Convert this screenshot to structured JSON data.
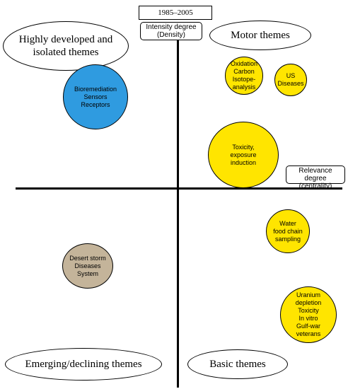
{
  "period": "1985–2005",
  "axes": {
    "y_label": "Intensity degree\n(Density)",
    "x_label": "Relevance degree\n(centrality)"
  },
  "quadrants": {
    "top_left": "Highly developed and\nisolated themes",
    "top_right": "Motor themes",
    "bottom_left": "Emerging/declining themes",
    "bottom_right": "Basic themes"
  },
  "colors": {
    "blue": "#2f9be0",
    "yellow": "#ffe500",
    "tan": "#c4b49a"
  },
  "clusters": [
    {
      "id": "bioremediation",
      "label": "Bioremediation\nSensors\nReceptors",
      "color": "#2f9be0"
    },
    {
      "id": "oxidation",
      "label": "Oxidation\nCarbon\nIsotope-\nanalysis",
      "color": "#ffe500"
    },
    {
      "id": "us-diseases",
      "label": "US\nDiseases",
      "color": "#ffe500"
    },
    {
      "id": "toxicity",
      "label": "Toxicity,\nexposure\ninduction",
      "color": "#ffe500"
    },
    {
      "id": "water",
      "label": "Water\nfood chain\nsampling",
      "color": "#ffe500"
    },
    {
      "id": "desert-storm",
      "label": "Desert storm\nDiseases\nSystem",
      "color": "#c4b49a"
    },
    {
      "id": "uranium",
      "label": "Uranium\ndepletion\nToxicity\nIn vitro\nGulf-war\nveterans",
      "color": "#ffe500"
    }
  ]
}
